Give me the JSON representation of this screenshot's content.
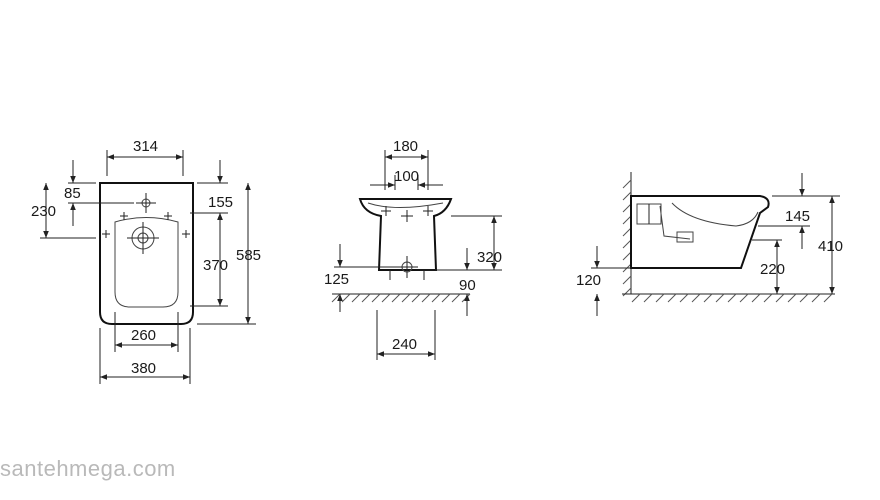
{
  "dimensions": {
    "top_view": {
      "width_top": "314",
      "top_to_tap": "85",
      "top_to_center": "230",
      "rim_to_tap": "155",
      "hole_spacing": "370",
      "length": "585",
      "inner_width": "260",
      "outer_width": "380"
    },
    "front_view": {
      "top_width": "180",
      "fixing_spacing": "100",
      "height": "320",
      "floor_to_outlet": "125",
      "outlet_offset": "90",
      "base_width": "240"
    },
    "side_view": {
      "rim_height": "145",
      "total_height": "410",
      "floor_to_base": "120",
      "inlet_height": "220"
    }
  },
  "watermark": "santehmega.com"
}
